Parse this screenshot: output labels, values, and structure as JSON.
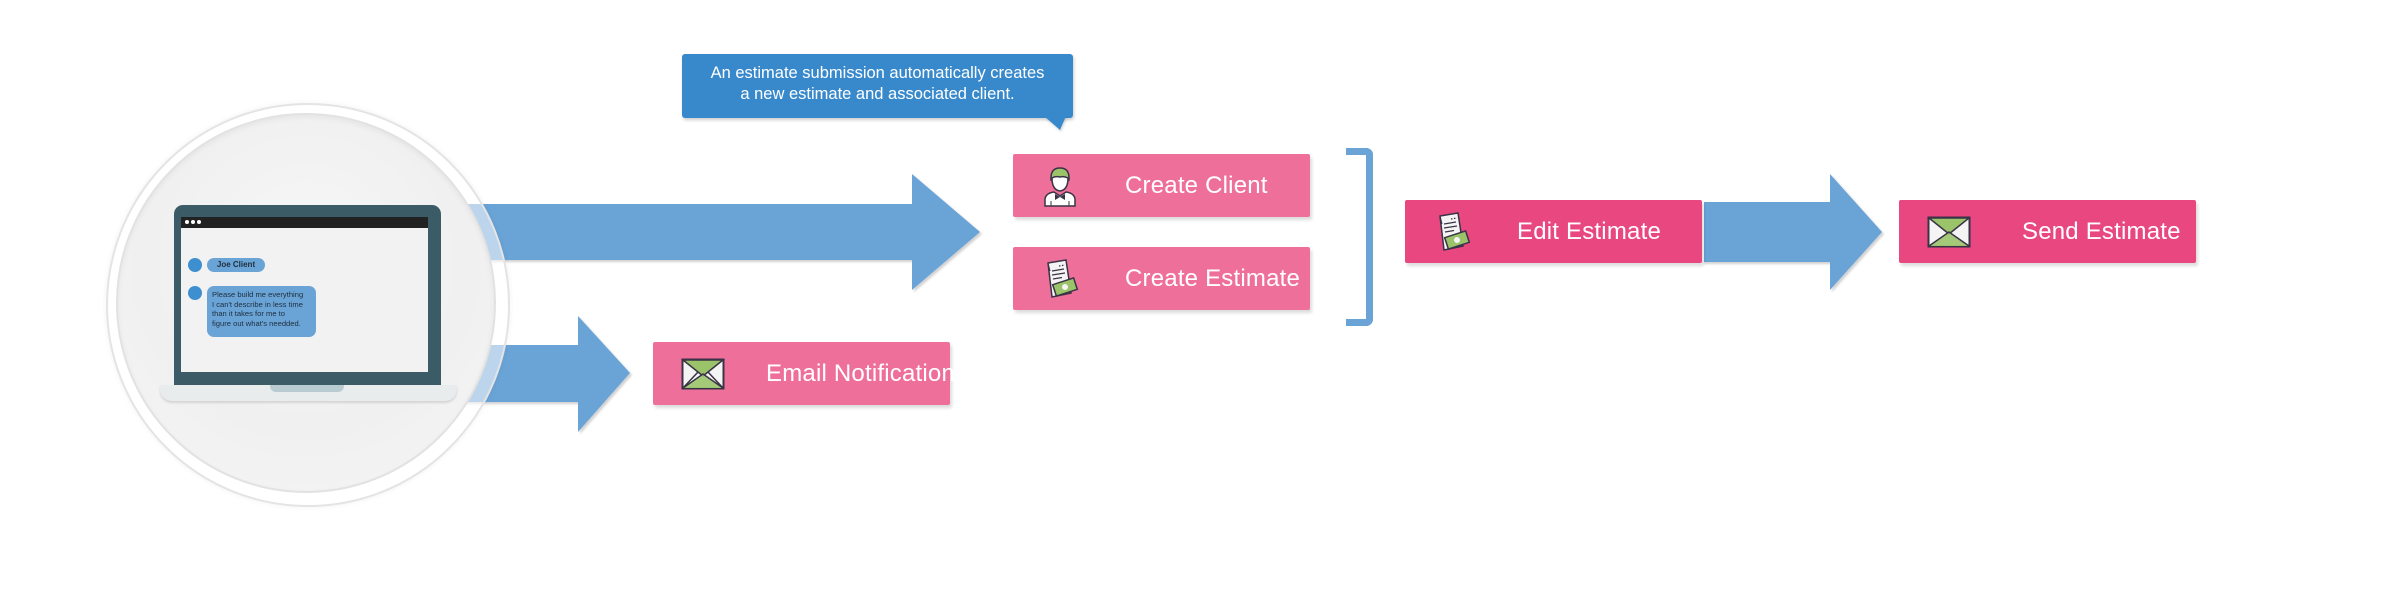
{
  "diagram": {
    "type": "workflow",
    "colors": {
      "arrow": "#6aa3d6",
      "callout": "#3889cc",
      "step_light": "#ef6f9b",
      "step_dark": "#e8477f",
      "icon_green": "#9bc46a",
      "icon_outline": "#3a3346"
    }
  },
  "laptop": {
    "chat": {
      "sender_name": "Joe Client",
      "message_lines": [
        "Please build me everything",
        "I can't describe in less time",
        "than it takes for me to",
        "figure out what's needded."
      ]
    }
  },
  "callout": {
    "line1": "An estimate submission automatically creates",
    "line2": "a new estimate and associated client."
  },
  "steps": [
    {
      "id": "create-client",
      "label": "Create Client",
      "icon": "client-person-icon"
    },
    {
      "id": "create-estimate",
      "label": "Create Estimate",
      "icon": "estimate-document-money-icon"
    },
    {
      "id": "email-notification",
      "label": "Email Notification",
      "icon": "envelope-icon"
    },
    {
      "id": "edit-estimate",
      "label": "Edit Estimate",
      "icon": "estimate-document-money-icon"
    },
    {
      "id": "send-estimate",
      "label": "Send Estimate",
      "icon": "envelope-icon"
    }
  ],
  "connections": [
    {
      "from": "client-submission",
      "to": [
        "create-client",
        "create-estimate"
      ]
    },
    {
      "from": "client-submission",
      "to": [
        "email-notification"
      ]
    },
    {
      "from": [
        "create-client",
        "create-estimate"
      ],
      "to": "edit-estimate"
    },
    {
      "from": "edit-estimate",
      "to": "send-estimate"
    }
  ]
}
